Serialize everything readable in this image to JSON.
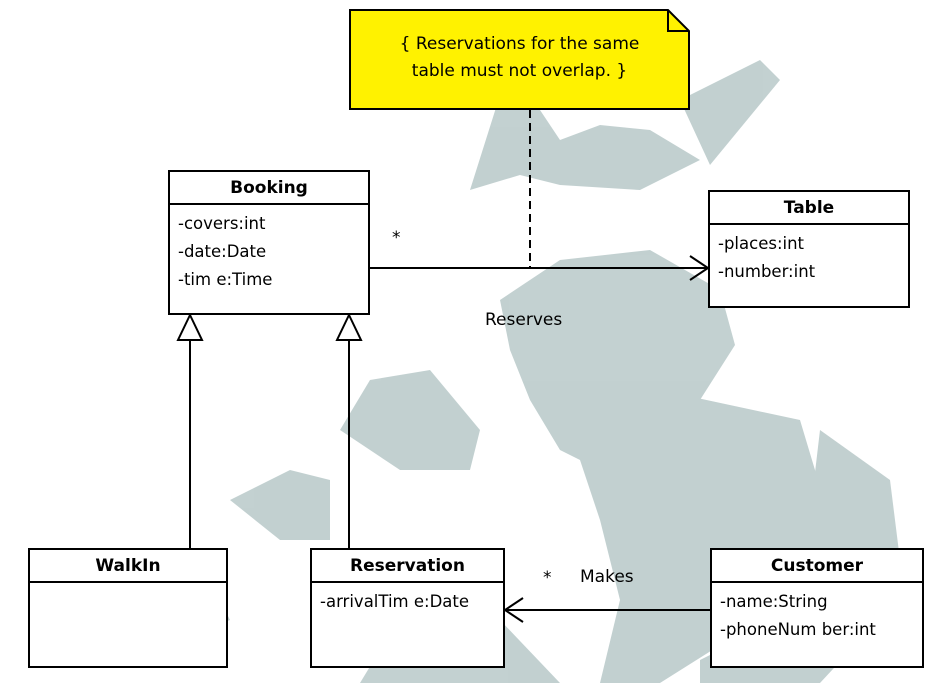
{
  "note": {
    "line1": "{ Reservations for the same",
    "line2": "table must not overlap. }",
    "fill": "#fff200"
  },
  "classes": {
    "booking": {
      "name": "Booking",
      "attrs": [
        "-covers:int",
        "-date:Date",
        "-tim e:Time"
      ]
    },
    "table": {
      "name": "Table",
      "attrs": [
        "-places:int",
        "-number:int"
      ]
    },
    "walkin": {
      "name": "WalkIn",
      "attrs": []
    },
    "reservation": {
      "name": "Reservation",
      "attrs": [
        "-arrivalTim e:Date"
      ]
    },
    "customer": {
      "name": "Customer",
      "attrs": [
        "-name:String",
        "-phoneNum ber:int"
      ]
    }
  },
  "associations": {
    "reserves": {
      "label": "Reserves",
      "multiplicity": "*"
    },
    "makes": {
      "label": "Makes",
      "multiplicity": "*"
    }
  },
  "colors": {
    "watermark": "#bccccc"
  }
}
